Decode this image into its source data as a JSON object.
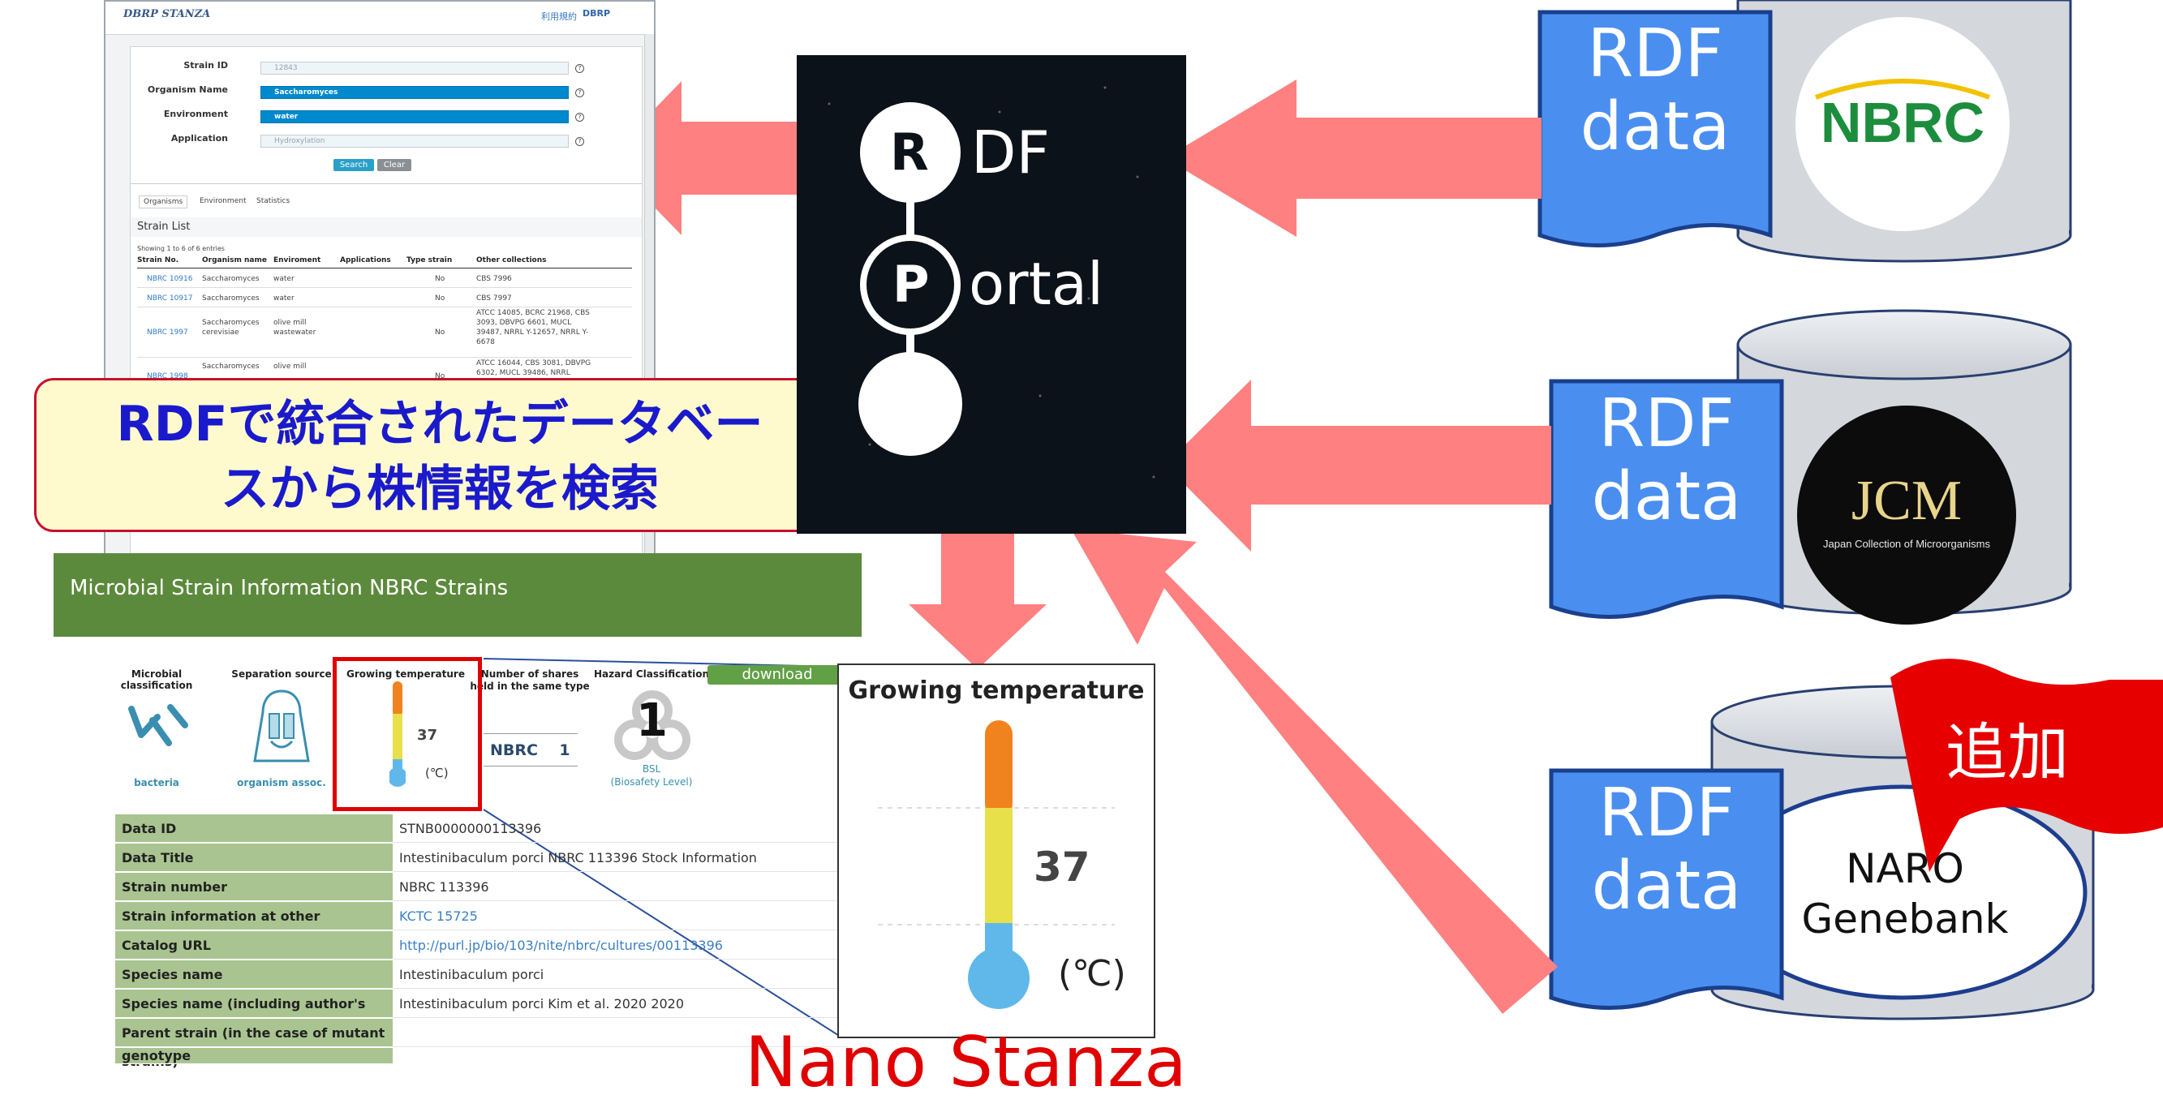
{
  "dbrp": {
    "logo": "DBRP STANZA",
    "terms_link": "利用規約",
    "brand": "DBRP",
    "search_form": {
      "strain_id_label": "Strain ID",
      "strain_id_placeholder": "12843",
      "organism_label": "Organism Name",
      "organism_value": "Saccharomyces",
      "environment_label": "Environment",
      "environment_value": "water",
      "application_label": "Application",
      "application_placeholder": "Hydroxylation",
      "search_button": "Search",
      "clear_button": "Clear"
    },
    "tabs": [
      "Organisms",
      "Environment",
      "Statistics"
    ],
    "strain_list_title": "Strain List",
    "entries_info": "Showing 1 to 6 of 6 entries",
    "columns": [
      "Strain No.",
      "Organism name",
      "Enviroment",
      "Applications",
      "Type strain",
      "Other collections"
    ],
    "rows": [
      {
        "strain": "NBRC 10916",
        "organism": "Saccharomyces",
        "environment": "water",
        "applications": "",
        "type": "No",
        "other": "CBS 7996"
      },
      {
        "strain": "NBRC 10917",
        "organism": "Saccharomyces",
        "environment": "water",
        "applications": "",
        "type": "No",
        "other": "CBS 7997"
      },
      {
        "strain": "NBRC 1997",
        "organism": "Saccharomyces cerevisiae",
        "environment": "olive mill wastewater",
        "applications": "",
        "type": "No",
        "other": "ATCC 14085, BCRC 21968, CBS 3093, DBVPG 6601, MUCL 39487, NRRL Y-12657, NRRL Y-6678"
      },
      {
        "strain": "NBRC 1998",
        "organism": "Saccharomyces",
        "environment": "olive mill",
        "applications": "",
        "type": "No",
        "other": "ATCC 16044, CBS 3081, DBVPG 6302, MUCL 39486, NRRL"
      }
    ]
  },
  "callout": {
    "line1": "RDFで統合されたデータベー",
    "line2": "スから株情報を検索"
  },
  "portal": {
    "letter_r": "R",
    "text_df": "DF",
    "letter_p": "P",
    "text_ortal": "ortal"
  },
  "sources": [
    {
      "badge": "RDF\ndata",
      "logo": "NBRC"
    },
    {
      "badge": "RDF\ndata",
      "logo": "JCM",
      "logo_caption": "Japan Collection of Microorganisms"
    },
    {
      "badge": "RDF\ndata",
      "logo": "NARO\nGenebank",
      "flag": "追加"
    }
  ],
  "strain_info": {
    "header": "Microbial Strain Information NBRC Strains",
    "categories": [
      {
        "title": "Microbial classification",
        "sub": "bacteria"
      },
      {
        "title": "Separation source",
        "sub": "organism assoc."
      },
      {
        "title": "Growing temperature",
        "value": "37",
        "unit": "(℃)"
      },
      {
        "title": "Number of shares held in the same type",
        "value": "NBRC    1"
      },
      {
        "title": "Hazard Classification",
        "level": "1",
        "sub": "BSL\n(Biosafety Level)"
      }
    ],
    "download_label": "download",
    "table": [
      {
        "key": "Data ID",
        "value": "STNB0000000113396"
      },
      {
        "key": "Data Title",
        "value": "Intestinibaculum porci NBRC 113396 Stock Information"
      },
      {
        "key": "Strain number",
        "value": "NBRC 113396"
      },
      {
        "key": "Strain information at other institutions",
        "value": "KCTC 15725",
        "link": true
      },
      {
        "key": "Catalog URL",
        "value": "http://purl.jp/bio/103/nite/nbrc/cultures/00113396",
        "link": true
      },
      {
        "key": "Species name",
        "value": "Intestinibaculum porci"
      },
      {
        "key": "Species name (including author's name)",
        "value": "Intestinibaculum porci Kim et al. 2020 2020"
      },
      {
        "key": "Parent strain (in the case of mutant strains)",
        "value": ""
      },
      {
        "key": "genotype",
        "value": ""
      }
    ]
  },
  "stanza_card": {
    "title": "Growing temperature",
    "value": "37",
    "unit": "(℃)"
  },
  "nano_stanza_label": "Nano Stanza",
  "colors": {
    "arrow": "#ff8080",
    "rdf_badge": "#4a8ff0",
    "rdf_badge_border": "#1a3f8c",
    "callout_text": "#1a1acc",
    "callout_bg": "#fffacd",
    "strain_header": "#5c8a3c",
    "nano_stanza": "#e00000",
    "flag": "#e00000"
  },
  "temperature_reading_c": 37,
  "icons": [
    "bacteria-icon",
    "body-organs-icon",
    "thermometer-icon",
    "biohazard-icon",
    "help-icon",
    "search-icon"
  ]
}
